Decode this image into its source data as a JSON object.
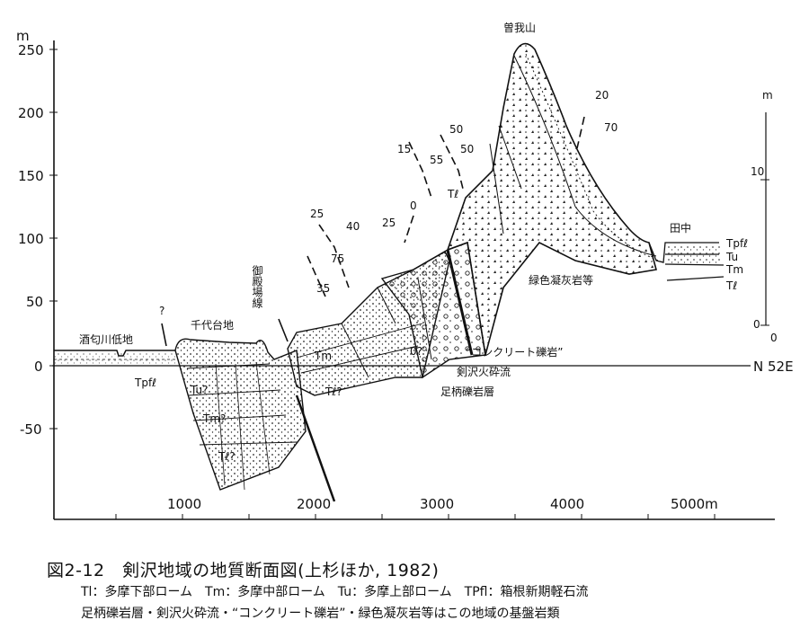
{
  "axes": {
    "y_unit": "m",
    "y_ticks": [
      "250",
      "200",
      "150",
      "100",
      "50",
      "0",
      "-50"
    ],
    "x_ticks": [
      "1000",
      "2000",
      "3000",
      "4000",
      "5000m"
    ],
    "right_unit": "m",
    "right_ticks": [
      "10",
      "0"
    ],
    "right_zero": "0",
    "direction": "N 52E"
  },
  "places": {
    "mountain": "曽我山",
    "lowland": "酒匂川低地",
    "terrace": "千代台地",
    "fault": "御殿場線",
    "village": "田中"
  },
  "units": {
    "tpfl_right": "Tpfℓ",
    "tu_right": "Tu",
    "tm_right": "Tm",
    "tl_right": "Tℓ",
    "green_tuff": "緑色凝灰岩等",
    "concrete": "“コンクリート礫岩”",
    "pyroclastic": "剣沢火砕流",
    "conglomerate": "足柄礫岩層",
    "tpfl_left": "Tpfℓ",
    "tu_q": "Tu?",
    "tm_q": "Tm?",
    "tl_q": "Tℓ?",
    "tm_mid": "Tm",
    "tl_mid": "Tℓ?",
    "tl_top": "Tℓ",
    "tm_q2": "0?"
  },
  "dips": [
    "?",
    "25",
    "40",
    "75",
    "35",
    "25",
    "0",
    "15",
    "55",
    "50",
    "50",
    "20",
    "70"
  ],
  "caption": {
    "title": "図2-12　剣沢地域の地質断面図(上杉ほか, 1982)",
    "legend_line1": "Tl：多摩下部ローム　Tm：多摩中部ローム　Tu：多摩上部ローム　TPfl：箱根新期軽石流",
    "legend_line2": "足柄礫岩層・剣沢火砕流・“コンクリート礫岩”・緑色凝灰岩等はこの地域の基盤岩類"
  }
}
